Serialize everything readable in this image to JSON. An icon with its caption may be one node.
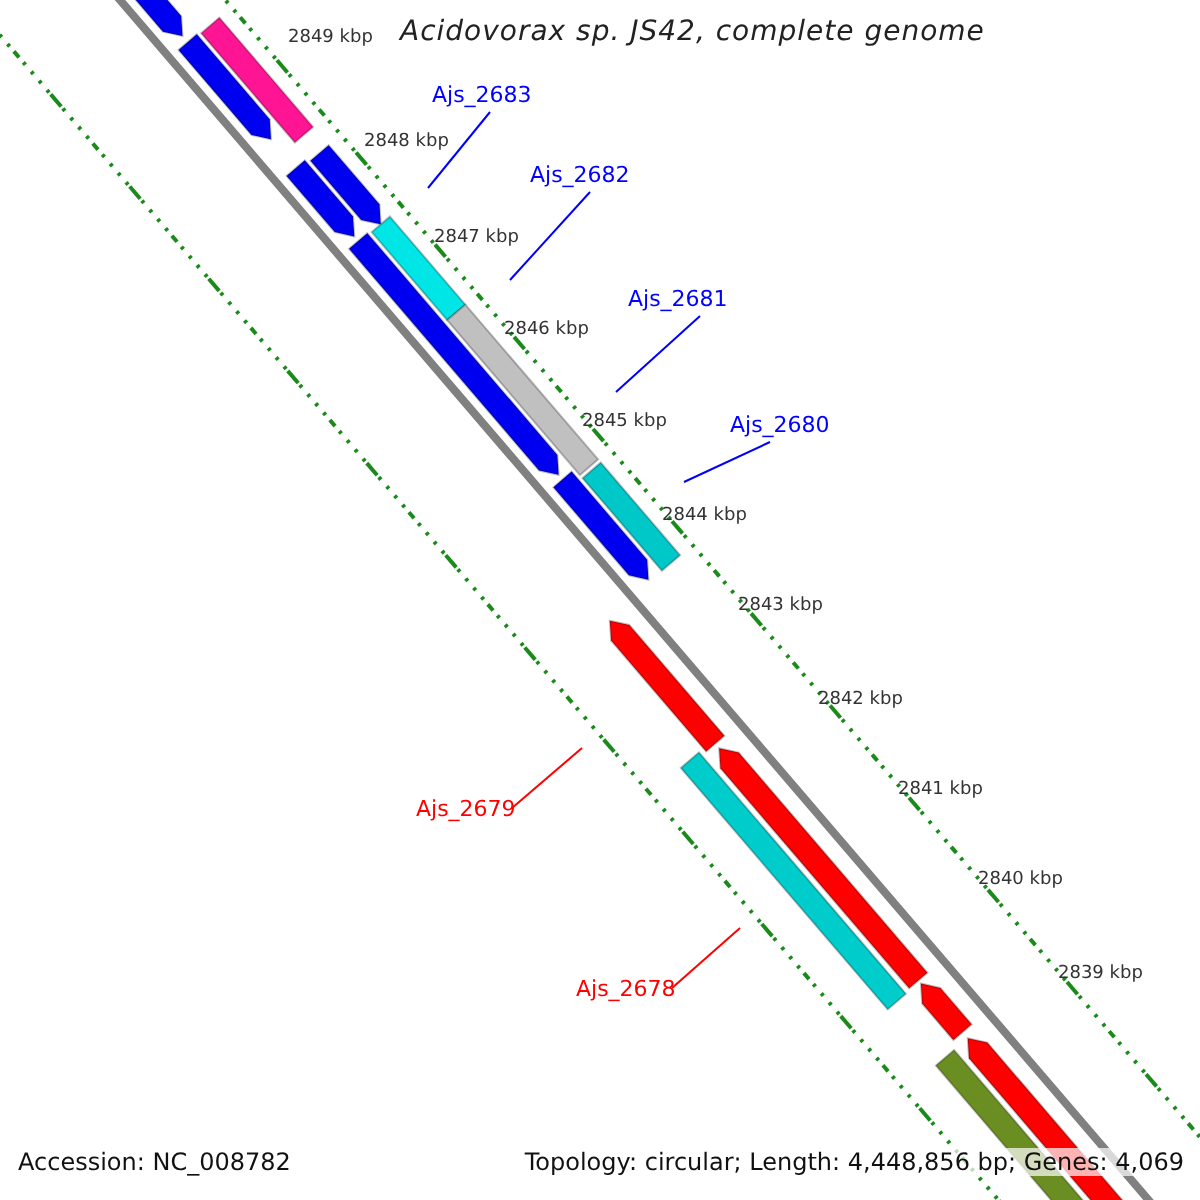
{
  "diagram": {
    "title": "Acidovorax sp. JS42, complete genome",
    "nodes": [
      {
        "text": [
          "Ajs_2683"
        ]
      },
      {
        "text": [
          "Ajs_2682"
        ]
      },
      {
        "text": [
          "Ajs_2681"
        ]
      },
      {
        "text": [
          "Ajs_2680"
        ]
      },
      {
        "text": [
          "Ajs_2679"
        ]
      },
      {
        "text": [
          "Ajs_2678"
        ]
      }
    ],
    "edges": [
      {
        "from": 0,
        "to": null,
        "arrow": "none"
      },
      {
        "from": 1,
        "to": null,
        "arrow": "none"
      },
      {
        "from": 2,
        "to": null,
        "arrow": "none"
      },
      {
        "from": 3,
        "to": null,
        "arrow": "none"
      },
      {
        "from": 4,
        "to": null,
        "arrow": "none",
        "color": "#ff0000"
      },
      {
        "from": 5,
        "to": null,
        "arrow": "none",
        "color": "#ff0000"
      }
    ],
    "labels": [
      "2849 kbp",
      "2848 kbp",
      "2847 kbp",
      "2846 kbp",
      "2845 kbp",
      "2844 kbp",
      "2843 kbp",
      "2842 kbp",
      "2841 kbp",
      "2840 kbp",
      "2839 kbp",
      "Accession: NC_008782",
      "Topology: circular; Length: 4,448,856 bp; Genes: 4,069"
    ]
  }
}
